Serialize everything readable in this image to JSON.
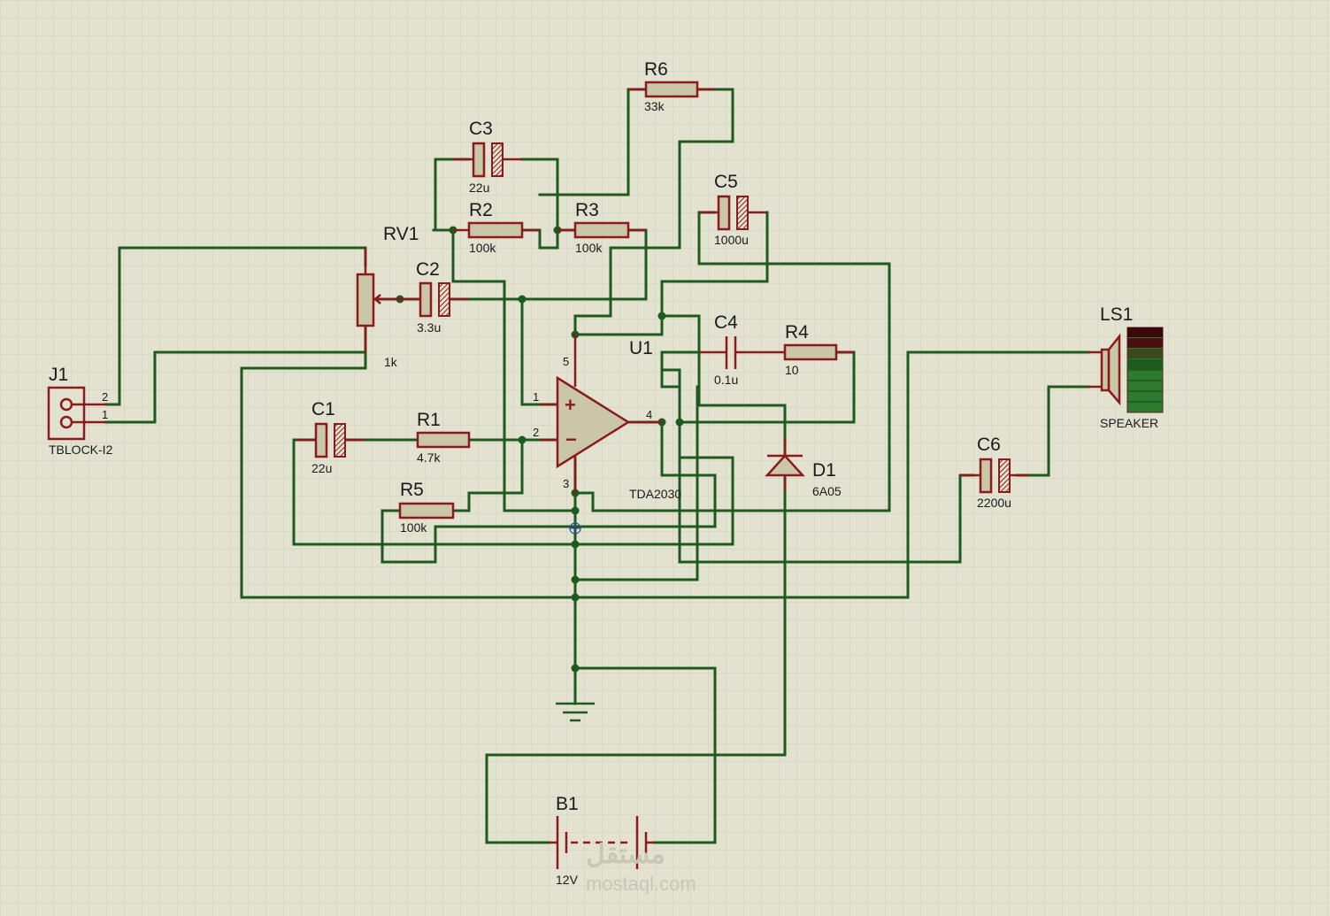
{
  "components": {
    "j1": {
      "ref": "J1",
      "value": "TBLOCK-I2",
      "pin1": "1",
      "pin2": "2"
    },
    "rv1": {
      "ref": "RV1",
      "value": "1k"
    },
    "c1": {
      "ref": "C1",
      "value": "22u"
    },
    "c2": {
      "ref": "C2",
      "value": "3.3u"
    },
    "c3": {
      "ref": "C3",
      "value": "22u"
    },
    "c4": {
      "ref": "C4",
      "value": "0.1u"
    },
    "c5": {
      "ref": "C5",
      "value": "1000u"
    },
    "c6": {
      "ref": "C6",
      "value": "2200u"
    },
    "r1": {
      "ref": "R1",
      "value": "4.7k"
    },
    "r2": {
      "ref": "R2",
      "value": "100k"
    },
    "r3": {
      "ref": "R3",
      "value": "100k"
    },
    "r4": {
      "ref": "R4",
      "value": "10"
    },
    "r5": {
      "ref": "R5",
      "value": "100k"
    },
    "r6": {
      "ref": "R6",
      "value": "33k"
    },
    "u1": {
      "ref": "U1",
      "value": "TDA2030",
      "pin1": "1",
      "pin2": "2",
      "pin3": "3",
      "pin4": "4",
      "pin5": "5"
    },
    "d1": {
      "ref": "D1",
      "value": "6A05"
    },
    "ls1": {
      "ref": "LS1",
      "value": "SPEAKER"
    },
    "b1": {
      "ref": "B1",
      "value": "12V"
    }
  },
  "watermark": {
    "arabic": "مستقل",
    "latin": "mostaql.com"
  },
  "colors": {
    "background": "#e3e2d1",
    "grid": "#cfcebd",
    "wire": "#1e5a1e",
    "component": "#8b1a1a",
    "component_fill": "#c9c7a8"
  }
}
